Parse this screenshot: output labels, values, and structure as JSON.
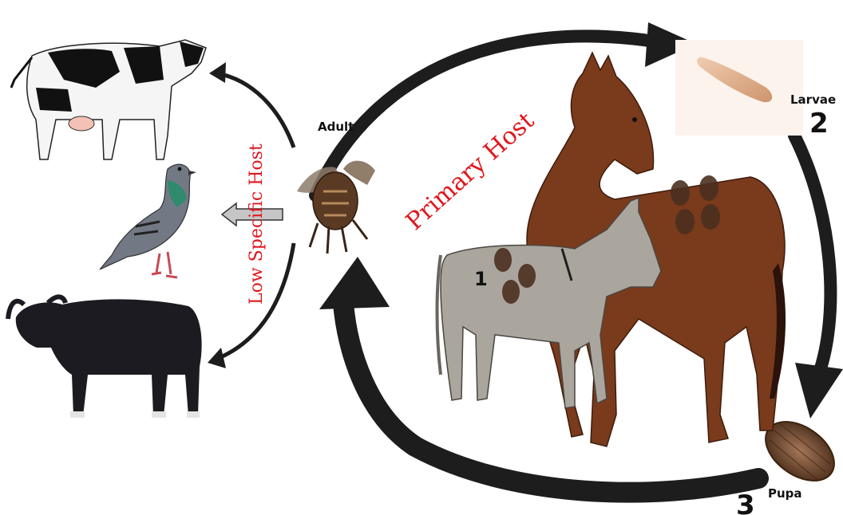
{
  "labels": {
    "adult": "Adult",
    "larvae": "Larvae",
    "pupa": "Pupa",
    "primary_host": "Primary Host",
    "low_specific_host": "Low Specific Host"
  },
  "stage_numbers": {
    "one": "1",
    "two": "2",
    "three": "3"
  },
  "colors": {
    "accent_red": "#e0161d",
    "arrow": "#1d1d1d",
    "horse": "#7a3a1c",
    "donkey": "#a9a49c",
    "cow_black": "#121212",
    "buffalo": "#1a1a1f",
    "pigeon": "#707784",
    "fly": "#5a3a22",
    "larva": "#d7a07a",
    "pupa": "#7c5536"
  },
  "icons": [
    "cow-icon",
    "pigeon-icon",
    "buffalo-icon",
    "adult-fly-icon",
    "larva-icon",
    "pupa-icon",
    "horse-icon",
    "donkey-icon"
  ]
}
